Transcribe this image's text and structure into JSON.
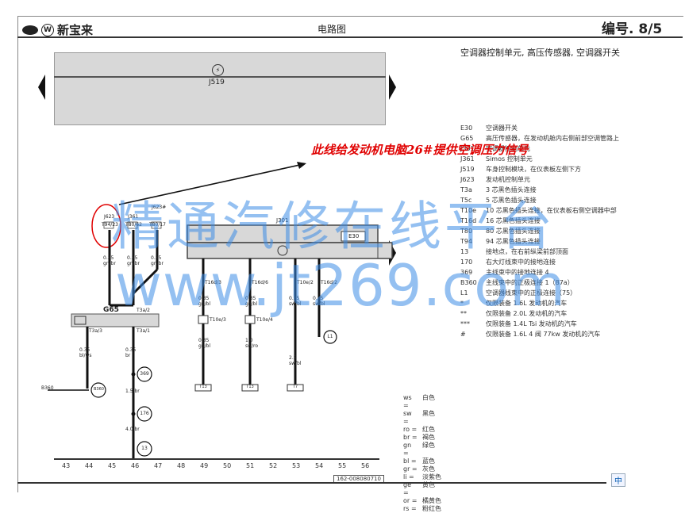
{
  "header": {
    "brand_text": "新宝来",
    "center_title": "电路图",
    "page_number": "编号. 8/5"
  },
  "subtitle": "空调器控制单元, 高压传感器, 空调器开关",
  "module": {
    "label": "J519"
  },
  "annotation": "此线给发动机电脑26#提供空调压力信号",
  "watermark": {
    "line1": "精通汽修在线平台",
    "line2": "www.jt269.com"
  },
  "legend": [
    {
      "code": "E30",
      "desc": "空调器开关"
    },
    {
      "code": "G65",
      "desc": "高压传感器，在发动机舱内右侧前部空调管路上"
    },
    {
      "code": "J301",
      "desc": "空调器控制单元"
    },
    {
      "code": "J361",
      "desc": "Simos 控制单元"
    },
    {
      "code": "J519",
      "desc": "车身控制模块，在仪表板左侧下方"
    },
    {
      "code": "J623",
      "desc": "发动机控制单元"
    },
    {
      "code": "T3a",
      "desc": "3 芯黑色插头连接"
    },
    {
      "code": "T5c",
      "desc": "5 芯黑色插头连接"
    },
    {
      "code": "T10e",
      "desc": "10 芯黑色插头连接，在仪表板右侧空调器中部"
    },
    {
      "code": "T16d",
      "desc": "16 芯黑色插头连接"
    },
    {
      "code": "T80",
      "desc": "80 芯黑色插头连接"
    },
    {
      "code": "T94",
      "desc": "94 芯黑色插头连接"
    },
    {
      "code": "13",
      "desc": "接地点，在右前纵梁前部顶面"
    },
    {
      "code": "170",
      "desc": "右大灯线束中的接地连接"
    },
    {
      "code": "369",
      "desc": "主线束中的接地连接 4"
    },
    {
      "code": "B360",
      "desc": "主线束中的正极连接 1（87a）"
    },
    {
      "code": "L1",
      "desc": "空调器线束中的正极连接（75）"
    },
    {
      "code": "*",
      "desc": "仅限装备 1.6L 发动机的汽车"
    },
    {
      "code": "**",
      "desc": "仅限装备 2.0L 发动机的汽车"
    },
    {
      "code": "***",
      "desc": "仅限装备 1.4L Tsi 发动机的汽车"
    },
    {
      "code": "#",
      "desc": "仅限装备 1.6L 4 阀 77kw 发动机的汽车"
    }
  ],
  "wire_colors": [
    {
      "abbr": "ws",
      "name": "白色"
    },
    {
      "abbr": "sw",
      "name": "黑色"
    },
    {
      "abbr": "ro",
      "name": "红色"
    },
    {
      "abbr": "br",
      "name": "褐色"
    },
    {
      "abbr": "gn",
      "name": "绿色"
    },
    {
      "abbr": "bl",
      "name": "蓝色"
    },
    {
      "abbr": "gr",
      "name": "灰色"
    },
    {
      "abbr": "li",
      "name": "淡紫色"
    },
    {
      "abbr": "ge",
      "name": "黄色"
    },
    {
      "abbr": "or",
      "name": "橘黄色"
    },
    {
      "abbr": "rs",
      "name": "粉红色"
    }
  ],
  "diagram": {
    "connectors_top": [
      "J623",
      "J361",
      "J623#"
    ],
    "connector_pins": [
      "T94/23",
      "T80/62",
      "T80/17"
    ],
    "wire_sizes_top": [
      "0.35 gn/br",
      "0.35 gn/br",
      "0.35 gn/br"
    ],
    "sensor": {
      "label": "G65",
      "pins": [
        "T3a/3",
        "T3a/2",
        "T3a/1"
      ]
    },
    "controller": {
      "label": "J301",
      "switch_label": "E30"
    },
    "controller_pins": [
      "T16d/3",
      "T16d/6",
      "T10e/2",
      "T16d/2"
    ],
    "controller_pins_sub": [
      "T10e/3",
      "T10e/4"
    ],
    "wires_mid": [
      "0.35 gn/bl",
      "0.35 gn/bl",
      "0.35 sw/bl",
      "0.35 sw/bl"
    ],
    "wires_low": [
      "0.35 gn/bl",
      "1.0 sw/ro",
      "2.5 sw/bl"
    ],
    "wire_left": "0.35 bl/ws",
    "wire_br1": "0.35 br",
    "wire_br2": "1.5 br",
    "wire_br3": "4.0 br",
    "ground_labels": [
      "369",
      "176",
      "13"
    ],
    "node_b360": "B360",
    "node_l1": "L1",
    "bottom_boxes": [
      "T13",
      "T13",
      "T7"
    ]
  },
  "ruler": [
    "43",
    "44",
    "45",
    "46",
    "47",
    "48",
    "49",
    "50",
    "51",
    "52",
    "53",
    "54",
    "55",
    "56"
  ],
  "doc_id": "162-008080710",
  "corner_icon": "中"
}
